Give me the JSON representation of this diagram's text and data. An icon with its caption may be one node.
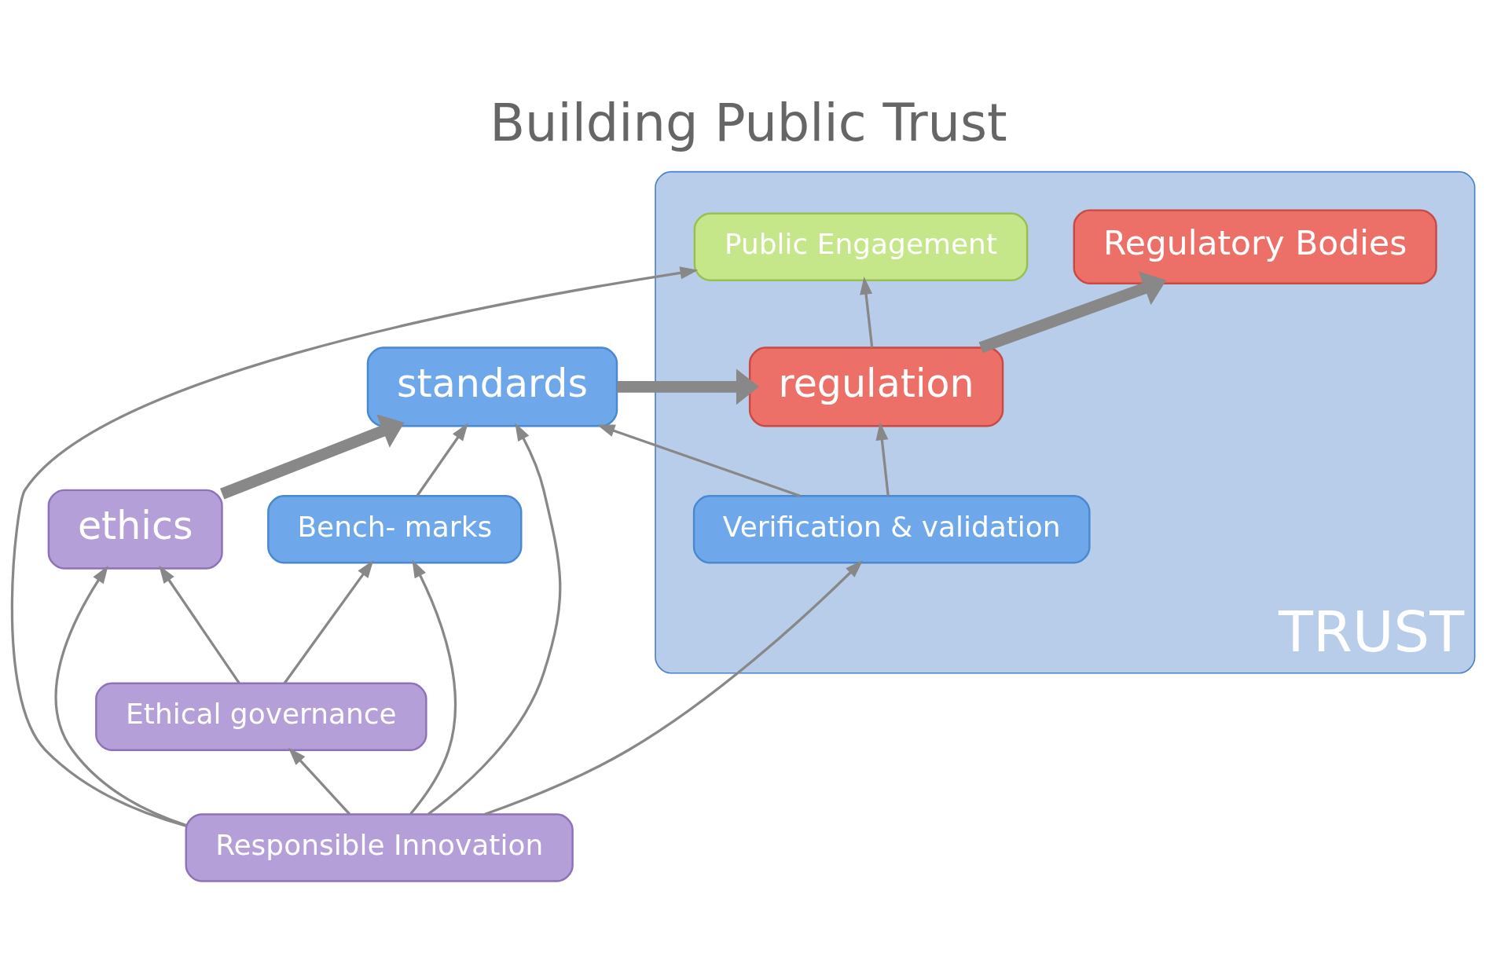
{
  "diagram": {
    "title": "Building Public Trust",
    "nodes": [
      {
        "text": [
          "ethics"
        ]
      },
      {
        "text": [
          "standards"
        ]
      },
      {
        "text": [
          "TRUST"
        ]
      },
      {
        "text": [
          "Regulatory Bodies"
        ],
        "in": 2
      },
      {
        "text": [
          "regulation"
        ],
        "in": 2
      },
      {
        "text": [
          "Ethical governance"
        ]
      },
      {
        "text": [
          "Bench- marks"
        ]
      },
      {
        "text": [
          "Verification & validation"
        ],
        "in": 2
      },
      {
        "text": [
          "Responsible Innovation"
        ]
      },
      {
        "text": [
          "Public Engagement"
        ],
        "in": 2
      }
    ],
    "edges": [
      {
        "from": 0,
        "to": 1,
        "arrow": "to",
        "style": "thick"
      },
      {
        "from": 1,
        "to": 4,
        "arrow": "to",
        "style": "thick"
      },
      {
        "from": 4,
        "to": 3,
        "arrow": "to",
        "style": "thick"
      },
      {
        "from": 5,
        "to": 0,
        "arrow": "to"
      },
      {
        "from": 5,
        "to": 6,
        "arrow": "to"
      },
      {
        "from": 8,
        "to": 0,
        "arrow": "to"
      },
      {
        "from": 8,
        "to": 6,
        "arrow": "to"
      },
      {
        "from": 8,
        "to": 1,
        "arrow": "to"
      },
      {
        "from": 6,
        "to": 1,
        "arrow": "to"
      },
      {
        "from": 7,
        "to": 1,
        "arrow": "to"
      },
      {
        "from": 7,
        "to": 4,
        "arrow": "to"
      },
      {
        "from": 4,
        "to": 9,
        "arrow": "to"
      },
      {
        "from": 8,
        "to": 5,
        "arrow": "to"
      },
      {
        "from": 8,
        "to": 7,
        "arrow": "to"
      },
      {
        "from": 8,
        "to": 9,
        "arrow": "to"
      }
    ]
  }
}
